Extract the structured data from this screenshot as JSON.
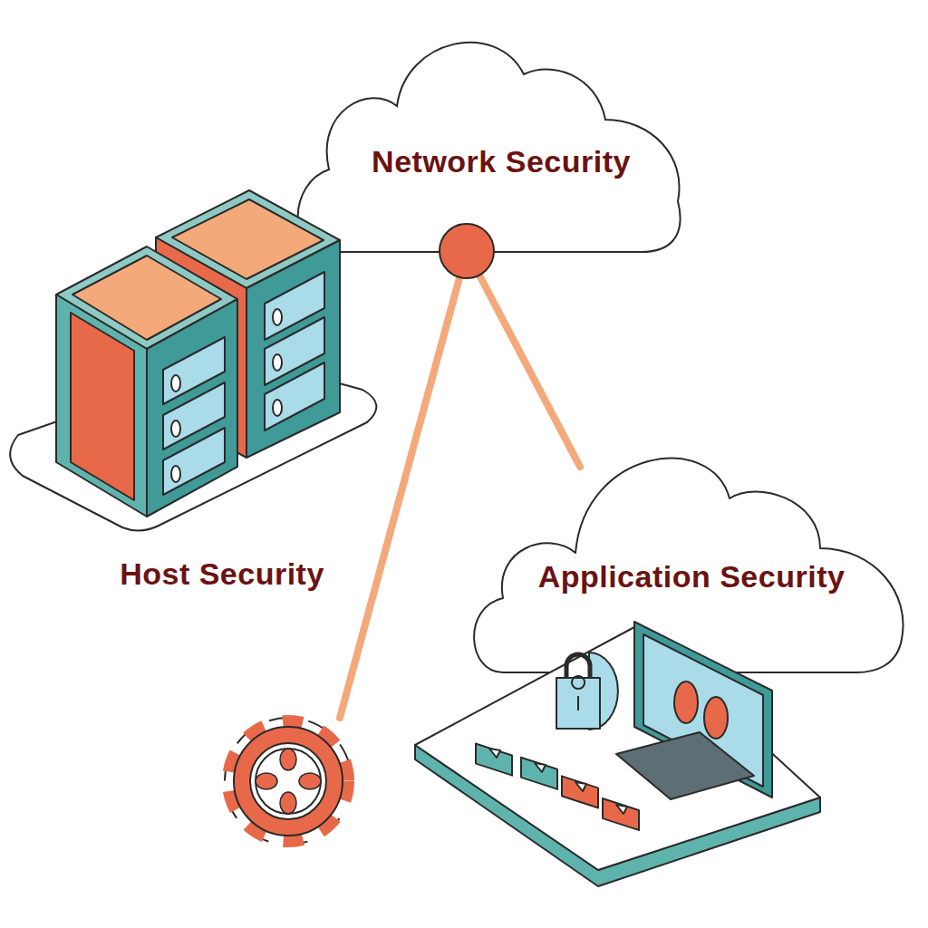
{
  "diagram": {
    "nodes": [
      {
        "text": [
          "Network Security"
        ]
      },
      {
        "text": [
          "Host Security"
        ]
      },
      {
        "text": [
          "Application Security"
        ]
      }
    ],
    "edges": [
      {
        "from": 0,
        "to": 2,
        "arrow": "none"
      }
    ]
  }
}
